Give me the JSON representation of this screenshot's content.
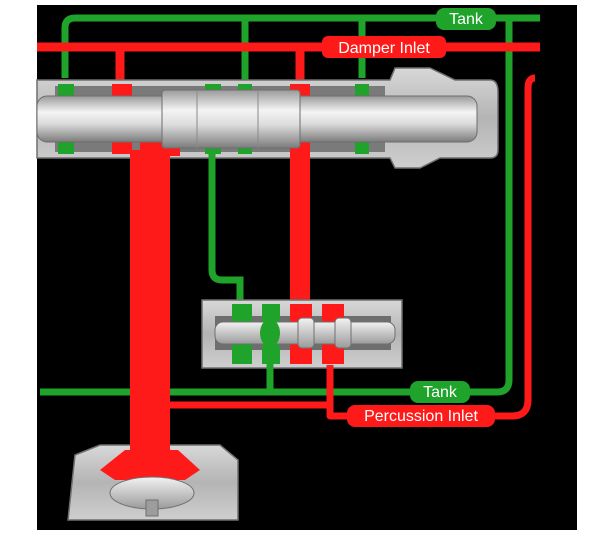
{
  "labels": {
    "tank_top": "Tank",
    "damper_inlet": "Damper Inlet",
    "tank_bottom": "Tank",
    "percussion_inlet": "Percussion Inlet"
  },
  "colors": {
    "background": "#000000",
    "frame": "#ffffff",
    "tank_line": "#1fa32a",
    "inlet_line": "#ff1a1a",
    "metal_light": "#e9e9e9",
    "metal_mid": "#bdbdbd",
    "metal_dark": "#8a8a8a",
    "label_text": "#ffffff"
  }
}
